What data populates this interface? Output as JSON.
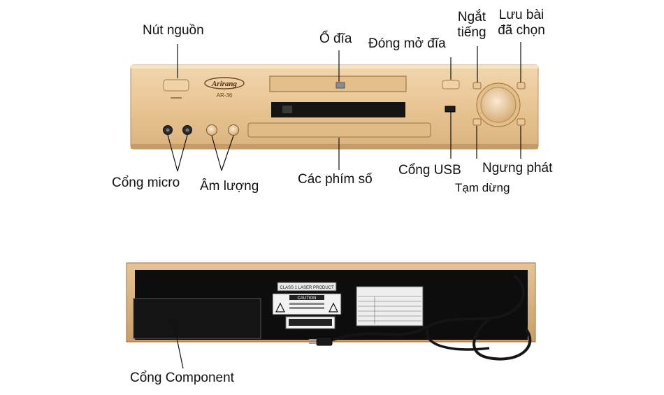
{
  "labels": {
    "power": "Nút nguồn",
    "disc": "Ổ đĩa",
    "eject": "Đóng mở đĩa",
    "mute": "Ngắt tiếng",
    "saved": "Lưu bài đã chọn",
    "micro": "Cổng micro",
    "volume": "Âm lượng",
    "numpad": "Các phím số",
    "usb": "Cổng USB",
    "stop": "Ngưng phát",
    "pause": "Tạm dừng",
    "component": "Cổng Component"
  },
  "device": {
    "brand": "Arirang",
    "model": "AR-36",
    "caution": "CAUTION",
    "laser": "CLASS 1 LASER PRODUCT"
  },
  "colors": {
    "front_panel": "#e9c79a",
    "front_panel_dark": "#c89f6f",
    "back_panel": "#111111",
    "rear_frame": "#d7b283"
  }
}
